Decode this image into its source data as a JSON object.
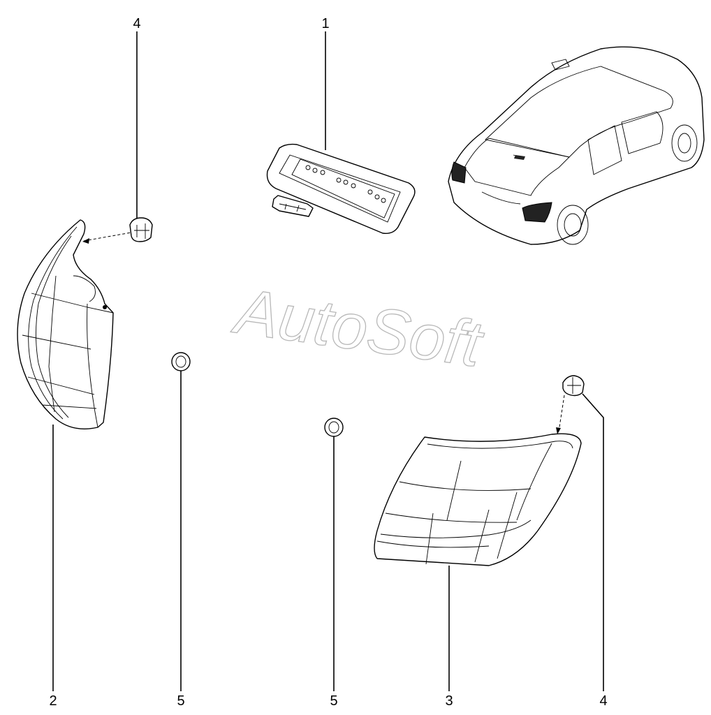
{
  "watermark": {
    "text": "AutoSoft"
  },
  "callouts": {
    "c1": "1",
    "c2": "2",
    "c3": "3",
    "c4_top": "4",
    "c4_right": "4",
    "c5_left": "5",
    "c5_mid": "5"
  }
}
